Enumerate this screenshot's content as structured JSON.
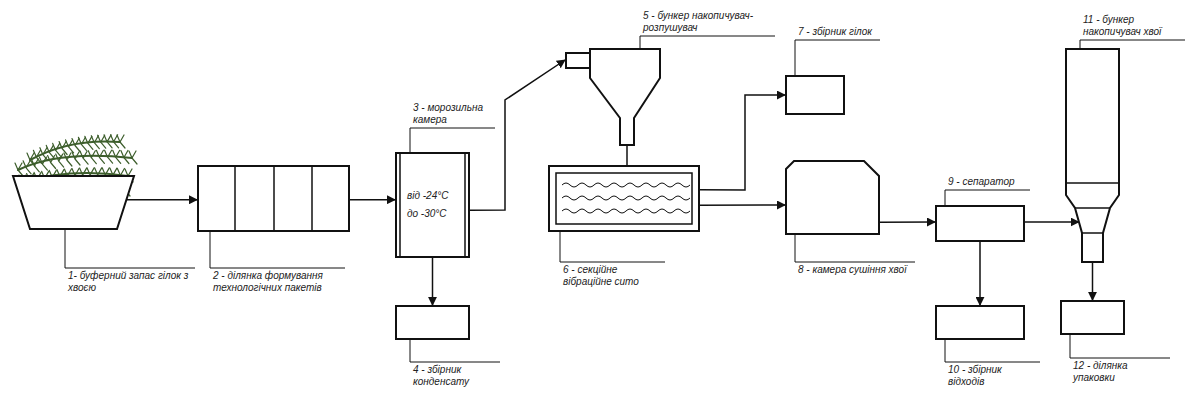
{
  "diagram": {
    "nodes": [
      {
        "text": [
          "1- буферний запас гілок з хвоєю"
        ]
      },
      {
        "text": [
          "2 - ділянка формування технологічних пакетів"
        ]
      },
      {
        "text": [
          "3 - морозильна камера",
          "від -24°C",
          "до -30°C"
        ]
      },
      {
        "text": [
          "4 - збірник конденсату"
        ]
      },
      {
        "text": [
          "5 - бункер накопичувач-розпушувач"
        ]
      },
      {
        "text": [
          "6 - секційне вібраційне сито"
        ]
      },
      {
        "text": [
          "7 - збірник гілок"
        ]
      },
      {
        "text": [
          "8 - камера сушіння хвої"
        ]
      },
      {
        "text": [
          "9 - сепаратор"
        ]
      },
      {
        "text": [
          "10 - збірник відходів"
        ]
      },
      {
        "text": [
          "11 - бункер накопичувач хвої"
        ]
      },
      {
        "text": [
          "12 - ділянка упаковки"
        ]
      }
    ],
    "edges": [
      {
        "from": 0,
        "to": 1,
        "arrow": "to"
      },
      {
        "from": 1,
        "to": 2,
        "arrow": "to"
      },
      {
        "from": 2,
        "to": 3,
        "arrow": "to"
      },
      {
        "from": 2,
        "to": 4,
        "arrow": "to"
      },
      {
        "from": 4,
        "to": 5,
        "arrow": "none"
      },
      {
        "from": 5,
        "to": 6,
        "arrow": "to"
      },
      {
        "from": 5,
        "to": 7,
        "arrow": "to"
      },
      {
        "from": 7,
        "to": 8,
        "arrow": "to"
      },
      {
        "from": 8,
        "to": 9,
        "arrow": "to"
      },
      {
        "from": 8,
        "to": 10,
        "arrow": "to"
      },
      {
        "from": 10,
        "to": 11,
        "arrow": "to"
      }
    ]
  }
}
